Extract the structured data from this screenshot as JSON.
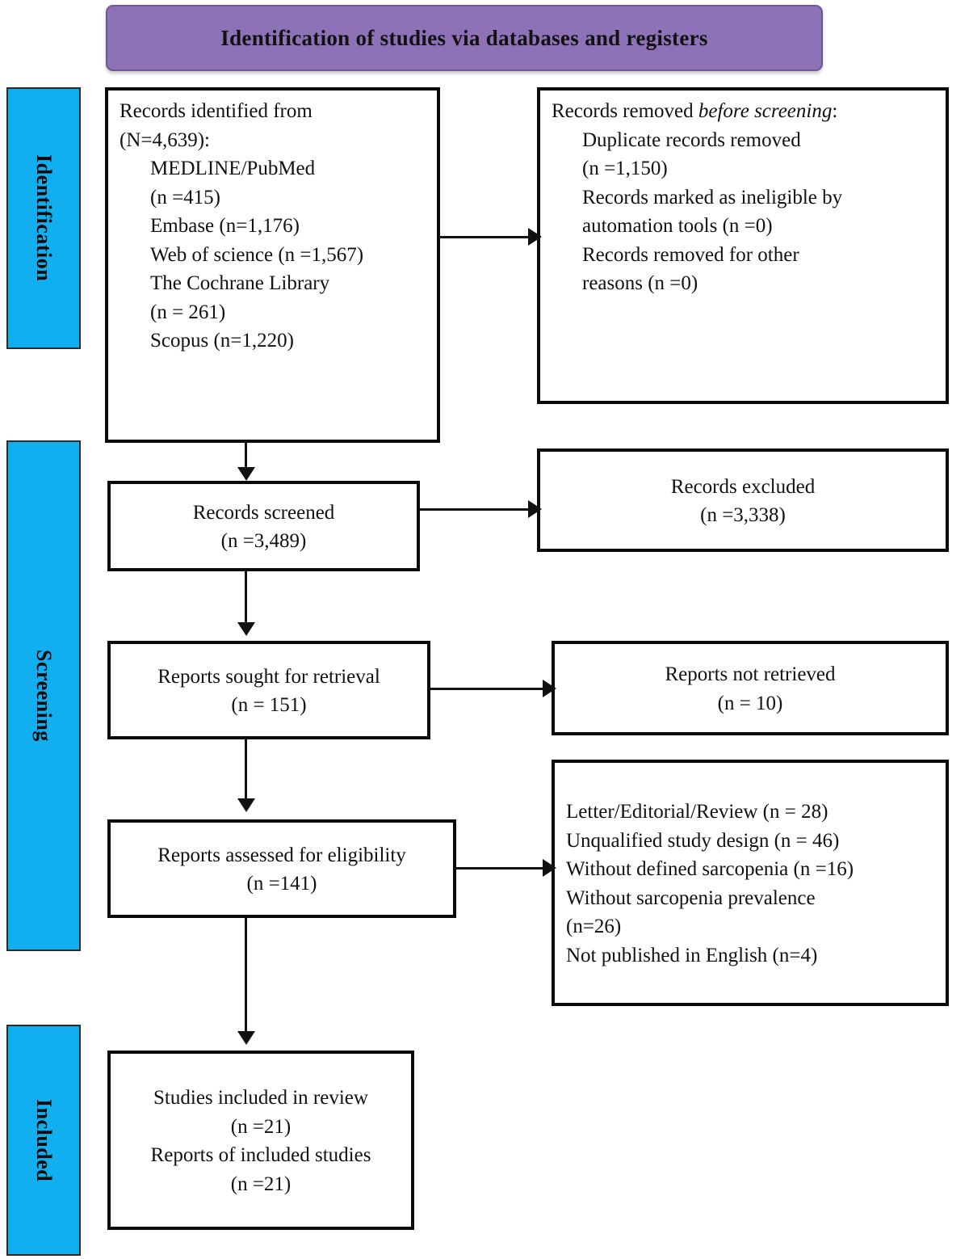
{
  "banner": {
    "title": "Identification of studies via databases and registers"
  },
  "phases": [
    {
      "id": "identification",
      "label": "Identification"
    },
    {
      "id": "screening",
      "label": "Screening"
    },
    {
      "id": "included",
      "label": "Included"
    }
  ],
  "boxes": {
    "records_identified": {
      "lines": [
        "Records identified from",
        "(N=4,639):",
        "MEDLINE/PubMed",
        "(n =415)",
        "Embase (n=1,176)",
        "Web of science (n =1,567)",
        "The Cochrane Library",
        "(n = 261)",
        "Scopus (n=1,220)"
      ]
    },
    "records_removed": {
      "heading_prefix": "Records removed ",
      "heading_italic": "before screening",
      "heading_suffix": ":",
      "lines": [
        "Duplicate records removed",
        "(n =1,150)",
        "Records marked as ineligible by",
        "automation tools (n =0)",
        "Records removed for other",
        "reasons (n =0)"
      ]
    },
    "records_screened": {
      "lines": [
        "Records screened",
        "(n =3,489)"
      ]
    },
    "records_excluded": {
      "lines": [
        "Records excluded",
        "(n =3,338)"
      ]
    },
    "reports_sought": {
      "lines": [
        "Reports sought for retrieval",
        "(n = 151)"
      ]
    },
    "reports_not_retrieved": {
      "lines": [
        "Reports not retrieved",
        "(n = 10)"
      ]
    },
    "reports_assessed": {
      "lines": [
        "Reports assessed for eligibility",
        "(n =141)"
      ]
    },
    "reports_excluded_reasons": {
      "lines": [
        "Letter/Editorial/Review (n = 28)",
        "Unqualified study design (n = 46)",
        "Without defined sarcopenia (n =16)",
        "Without sarcopenia prevalence",
        "(n=26)",
        "Not published in English (n=4)"
      ]
    },
    "studies_included": {
      "lines": [
        "Studies included in review",
        "(n =21)",
        "Reports of included studies",
        "(n =21)"
      ]
    }
  },
  "colors": {
    "banner": "#8e72b8",
    "phase_bar": "#11aef0",
    "box_border": "#0a0a0a",
    "text": "#111111"
  }
}
